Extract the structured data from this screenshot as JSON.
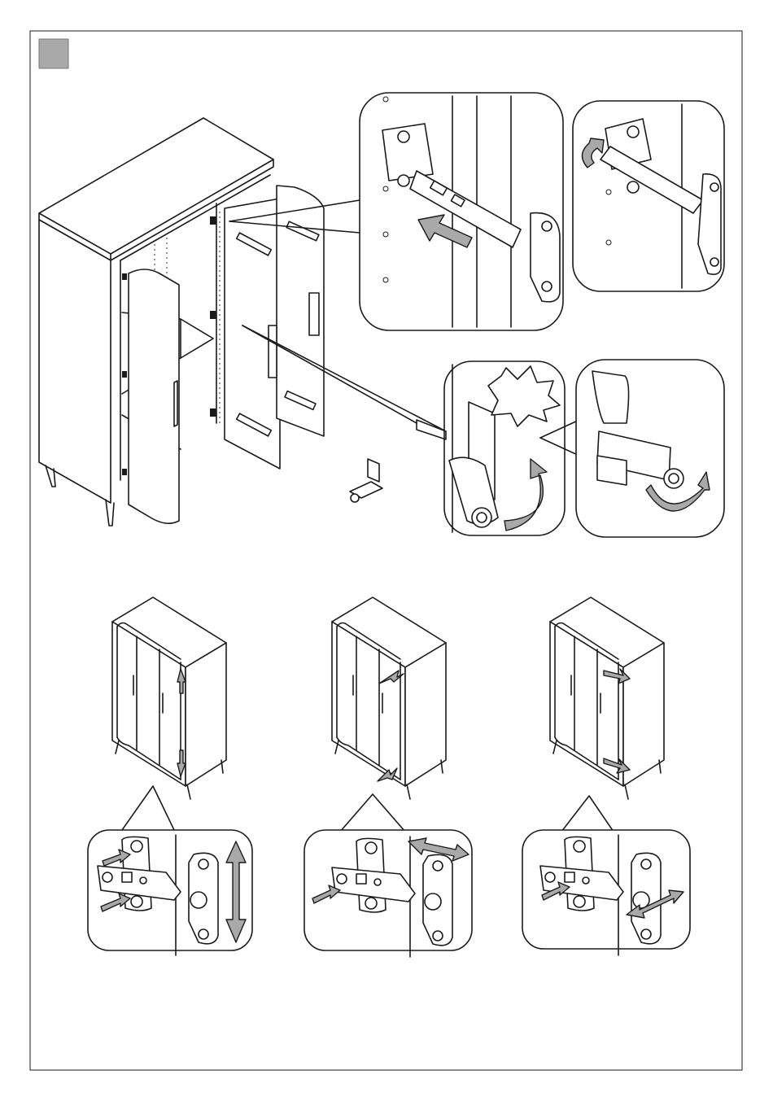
{
  "page": {
    "background": "#ffffff",
    "line_color": "#1a1a1a",
    "step_marker_color": "#a9a9a9"
  },
  "figures": {
    "main": "cabinet-with-hinged-doors",
    "detail_hinge_insert": "hinge-arm-slide-in",
    "detail_hinge_lock": "hinge-clip-lock",
    "detail_damper_1": "damper-screw-turn",
    "detail_damper_2": "damper-knob-turn",
    "adjust_vertical": "door-height-adjustment",
    "adjust_depth": "door-depth-adjustment",
    "adjust_side": "door-side-adjustment"
  }
}
